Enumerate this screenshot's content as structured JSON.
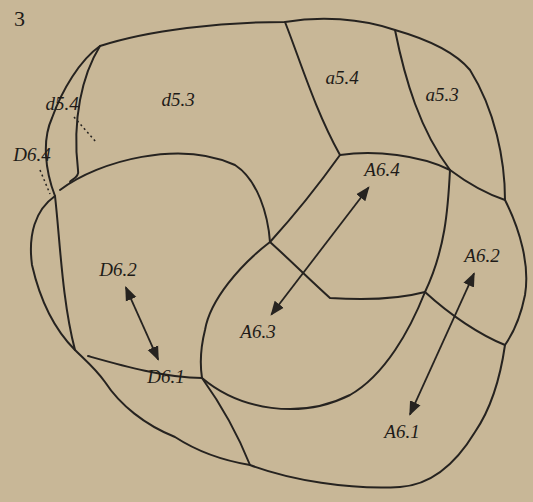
{
  "diagram": {
    "nodes": [
      {
        "text": [
          "d5.4"
        ]
      },
      {
        "text": [
          "D6.4"
        ]
      },
      {
        "text": [
          "d5.3"
        ]
      },
      {
        "text": [
          "a5.4"
        ]
      },
      {
        "text": [
          "a5.3"
        ]
      },
      {
        "text": [
          "D6.2"
        ]
      },
      {
        "text": [
          "A6.4"
        ]
      },
      {
        "text": [
          "A6.2"
        ]
      },
      {
        "text": [
          "A6.3"
        ]
      },
      {
        "text": [
          "D6.1"
        ]
      },
      {
        "text": [
          "A6.1"
        ]
      }
    ],
    "edges": [
      {
        "from": 5,
        "to": 9,
        "arrow": "both"
      },
      {
        "from": 6,
        "to": 8,
        "arrow": "both"
      },
      {
        "from": 7,
        "to": 10,
        "arrow": "both"
      }
    ],
    "labels": [
      "3"
    ]
  }
}
